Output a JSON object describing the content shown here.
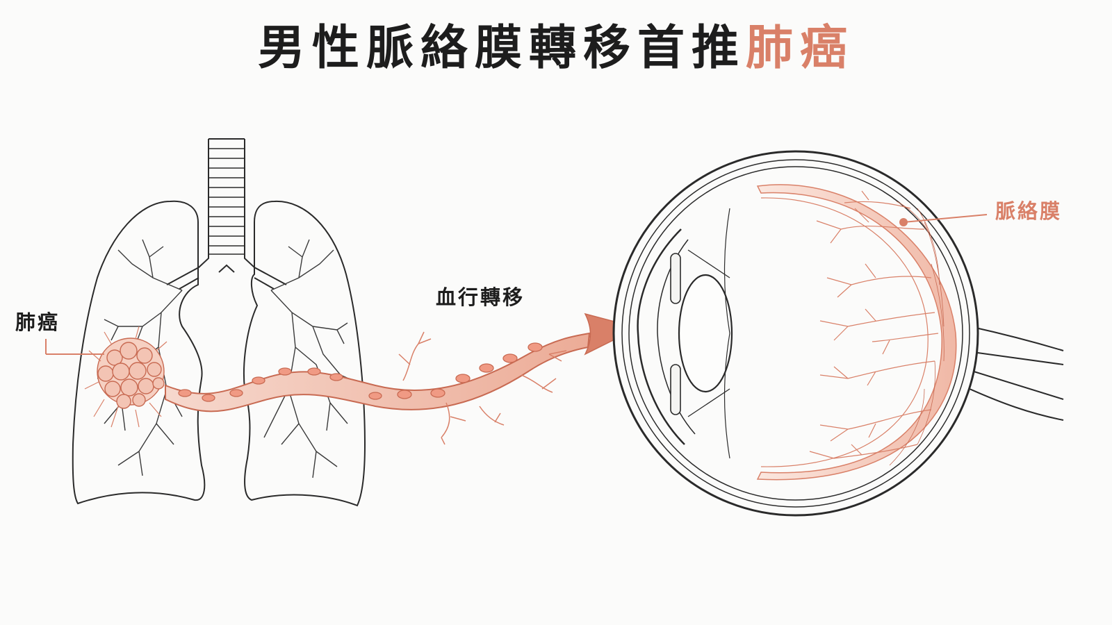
{
  "title": {
    "main": "男性脈絡膜轉移首推",
    "highlight": "肺癌"
  },
  "labels": {
    "lung_cancer": "肺癌",
    "hematogenous_spread": "血行轉移",
    "choroid": "脈絡膜"
  },
  "colors": {
    "accent": "#d98068",
    "ink": "#1d1d1d",
    "background": "#fbfbfa"
  }
}
